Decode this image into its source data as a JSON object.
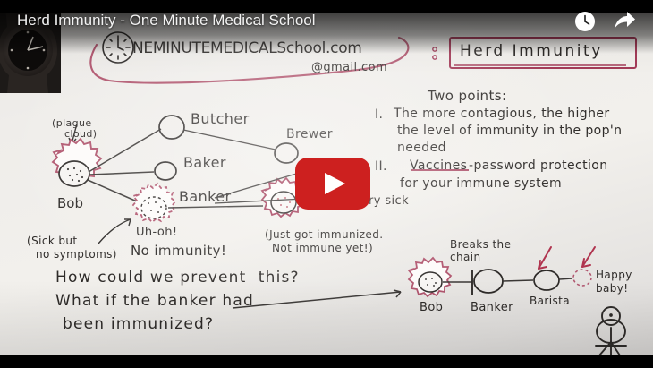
{
  "player": {
    "title": "Herd Immunity - One Minute Medical School",
    "watch_later_icon": "clock-icon",
    "share_icon": "share-icon",
    "play_icon": "play-icon",
    "play_button_color": "#cd201f"
  },
  "board": {
    "ink_color": "#2e2b29",
    "red_ink_color": "#a33b58",
    "header": {
      "site": "NEMINUTEMEDICALSchool.com",
      "site_initial_clock": "clock-drawing",
      "email": "@gmail.com",
      "title_box": "Herd Immunity"
    },
    "two_points": {
      "heading": "Two points:",
      "item1_numeral": "I.",
      "item1_line1": "The more contagious, the higher",
      "item1_line2": "the level of immunity in the pop'n",
      "item1_line3": "needed",
      "item2_numeral": "II.",
      "item2_keyword": "Vaccines",
      "item2_line1_rest": "-password protection",
      "item2_line2": "for your immune system"
    },
    "chain_top": {
      "plague_cloud_line1": "(plague",
      "plague_cloud_line2": "cloud)",
      "bob_label": "Bob",
      "butcher_label": "Butcher",
      "brewer_label": "Brewer",
      "baker_label": "Baker",
      "banker_label": "Banker",
      "uh_oh": "Uh-oh!",
      "no_immunity": "No immunity!",
      "sick_line1": "(Sick but",
      "sick_line2": "no symptoms)",
      "very_sick": "ry sick",
      "just_immunized_line1": "(Just got immunized.",
      "just_immunized_line2": "Not immune yet!)"
    },
    "question": {
      "line1": "How could we prevent  this?",
      "line2": "What if the banker had",
      "line3": "been immunized?"
    },
    "chain_bottom": {
      "breaks_line1": "Breaks the",
      "breaks_line2": "chain",
      "bob_label": "Bob",
      "banker_label": "Banker",
      "barista_label": "Barista",
      "happy_line1": "Happy",
      "happy_line2": "baby!"
    }
  }
}
